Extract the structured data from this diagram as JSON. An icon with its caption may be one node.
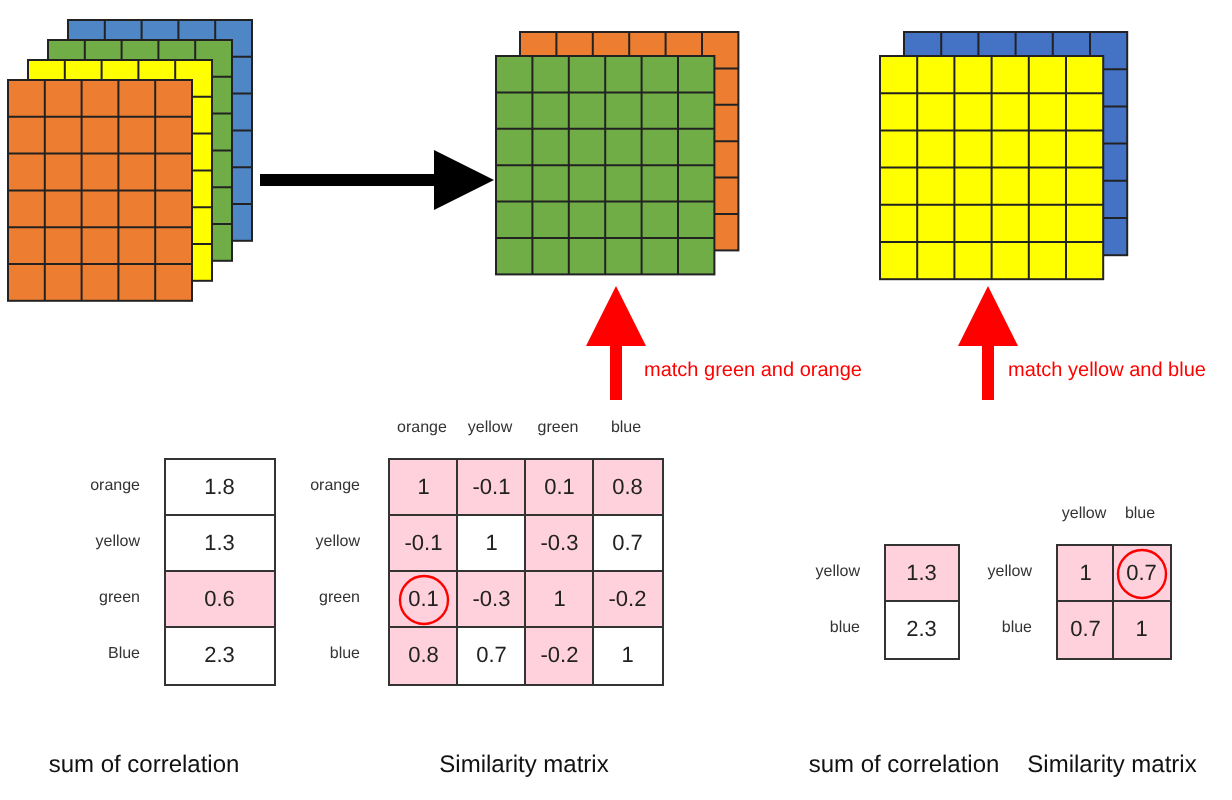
{
  "diagram": {
    "nodes": [
      {
        "text": [],
        "shape": "picture"
      },
      {
        "text": [],
        "shape": "picture"
      },
      {
        "text": [],
        "shape": "picture"
      }
    ],
    "edges": [
      {
        "from": 0,
        "to": 1,
        "arrow": "to",
        "color": "#000000"
      },
      {
        "from": null,
        "to": 1,
        "arrow": "to",
        "label": "match green and orange"
      },
      {
        "from": null,
        "to": 2,
        "arrow": "to",
        "label": "match yellow and blue"
      }
    ],
    "labels": [
      "orange",
      "1.8",
      "yellow",
      "1.3",
      "green",
      "0.6",
      "Blue",
      "2.3",
      "sum of correlation",
      "orange",
      "yellow",
      "green",
      "blue",
      "orange",
      "1",
      "-0.1",
      "0.1",
      "0.8",
      "yellow",
      "-0.1",
      "1",
      "-0.3",
      "0.7",
      "green",
      "0.1",
      "-0.3",
      "1",
      "-0.2",
      "blue",
      "0.8",
      "0.7",
      "-0.2",
      "1",
      "Similarity matrix",
      "yellow",
      "1.3",
      "blue",
      "2.3",
      "sum of correlation",
      "yellow",
      "blue",
      "yellow",
      "1",
      "0.7",
      "blue",
      "0.7",
      "1",
      "Similarity matrix"
    ]
  }
}
